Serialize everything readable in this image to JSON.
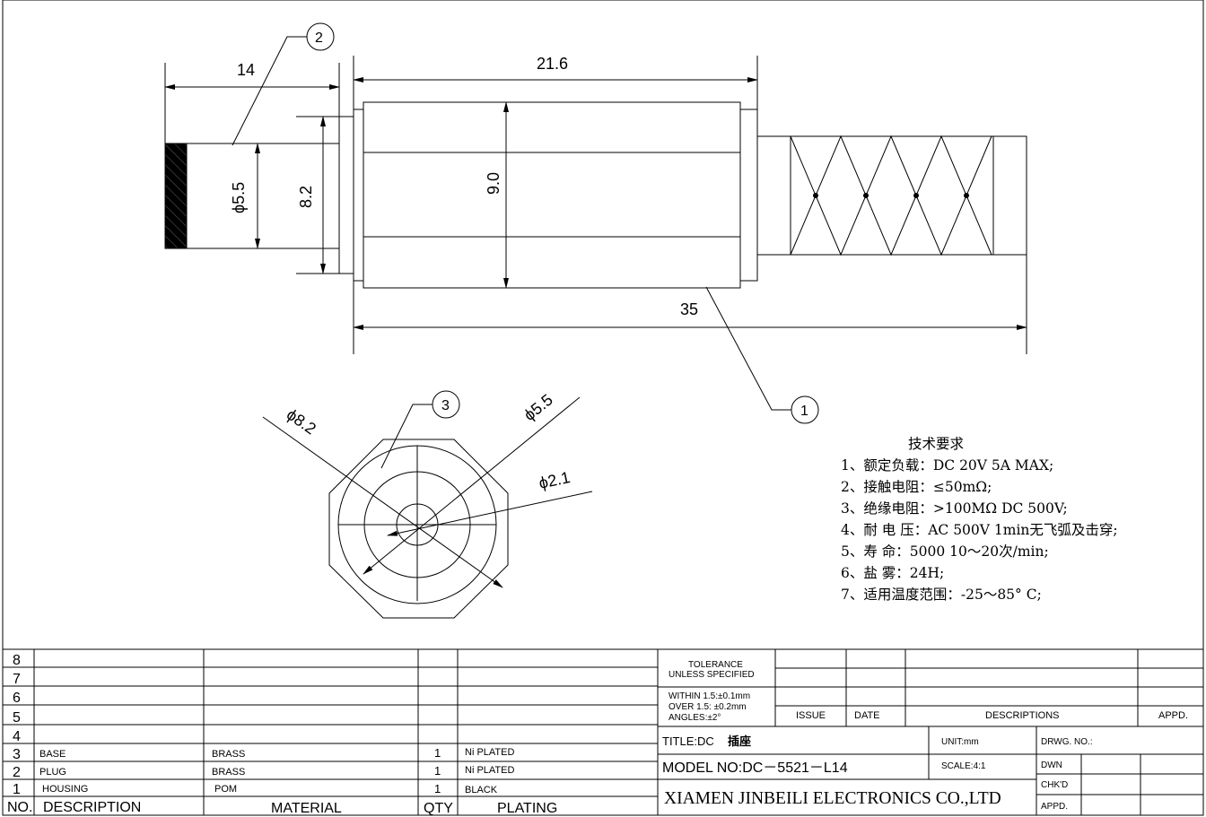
{
  "front_view": {
    "dim_overall_length": "35",
    "dim_body_length": "21.6",
    "dim_pin_length": "14",
    "dim_pin_diameter": "ϕ5.5",
    "dim_flange_height": "8.2",
    "dim_body_height": "9.0",
    "balloons": [
      "2",
      "1"
    ]
  },
  "end_view": {
    "dim_outer_diameter": "ϕ8.2",
    "dim_mid_diameter": "ϕ5.5",
    "dim_inner_diameter": "ϕ2.1",
    "balloon": "3"
  },
  "requirements": {
    "heading": "技术要求",
    "items": [
      "1、额定负载：DC  20V 5A  MAX;",
      "2、接触电阻：≤50mΩ;",
      "3、绝缘电阻：>100MΩ  DC  500V;",
      "4、耐 电 压：AC  500V  1min无飞弧及击穿;",
      "5、寿    命：5000 10～20次/min;",
      "6、盐    雾：24H;",
      "7、适用温度范围：-25～85° C;"
    ]
  },
  "bom": {
    "row_numbers": [
      "8",
      "7",
      "6",
      "5",
      "4",
      "3",
      "2",
      "1"
    ],
    "parts": [
      {
        "no": "3",
        "description": "BASE",
        "material": "BRASS",
        "qty": "1",
        "plating": "Ni PLATED"
      },
      {
        "no": "2",
        "description": "PLUG",
        "material": "BRASS",
        "qty": "1",
        "plating": "Ni PLATED"
      },
      {
        "no": "1",
        "description": "HOUSING",
        "material": "POM",
        "qty": "1",
        "plating": "BLACK"
      }
    ],
    "header": {
      "no": "NO.",
      "description": "DESCRIPTION",
      "material": "MATERIAL",
      "qty": "QTY",
      "plating": "PLATING"
    }
  },
  "title_block": {
    "tolerance_line1": "TOLERANCE",
    "tolerance_line2": "UNLESS SPECIFIED",
    "within": "WITHIN 1.5:±0.1mm",
    "over": "OVER 1.5:  ±0.2mm",
    "angles": "ANGLES:±2°",
    "issue": "ISSUE",
    "date": "DATE",
    "descriptions": "DESCRIPTIONS",
    "appd_header": "APPD.",
    "title_label": "TITLE:DC",
    "title_value": "插座",
    "unit": "UNIT:mm",
    "drwg_no": "DRWG. NO.:",
    "model": "MODEL  NO:DC－5521－L14",
    "scale": "SCALE:4:1",
    "dwn": "DWN",
    "chkd": "CHK'D",
    "appd": "APPD.",
    "company": "XIAMEN JINBEILI ELECTRONICS CO.,LTD"
  }
}
